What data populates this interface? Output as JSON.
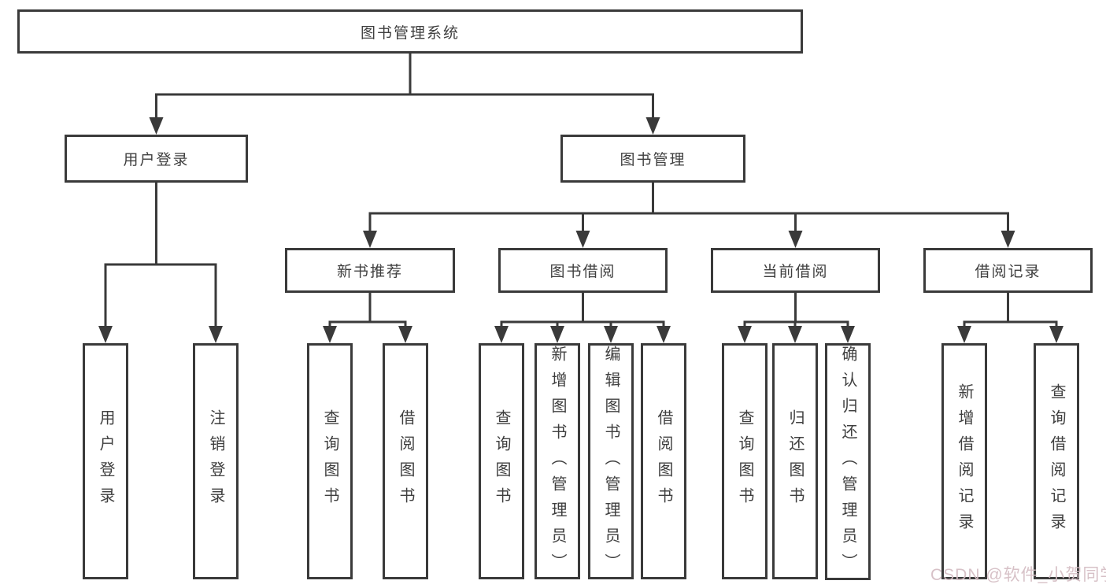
{
  "diagram": {
    "tree": {
      "root": {
        "label": "图书管理系统"
      },
      "branches": [
        {
          "label": "用户登录",
          "leaves": [
            {
              "label": "用户登录"
            },
            {
              "label": "注销登录"
            }
          ]
        },
        {
          "label": "图书管理",
          "sections": [
            {
              "label": "新书推荐",
              "leaves": [
                {
                  "label": "查询图书"
                },
                {
                  "label": "借阅图书"
                }
              ]
            },
            {
              "label": "图书借阅",
              "leaves": [
                {
                  "label": "查询图书"
                },
                {
                  "label": "新增图书（管理员）"
                },
                {
                  "label": "编辑图书（管理员）"
                },
                {
                  "label": "借阅图书"
                }
              ]
            },
            {
              "label": "当前借阅",
              "leaves": [
                {
                  "label": "查询图书"
                },
                {
                  "label": "归还图书"
                },
                {
                  "label": "确认归还（管理员）"
                }
              ]
            },
            {
              "label": "借阅记录",
              "leaves": [
                {
                  "label": "新增借阅记录"
                },
                {
                  "label": "查询借阅记录"
                }
              ]
            }
          ]
        }
      ]
    },
    "colors": {
      "line": "#3a3a3a",
      "border": "#3a3a3a",
      "text": "#3f3f3f",
      "background": "#ffffff",
      "watermark": "#d5bec4"
    }
  },
  "watermark": {
    "text": "CSDN @软件_小贺同学"
  }
}
